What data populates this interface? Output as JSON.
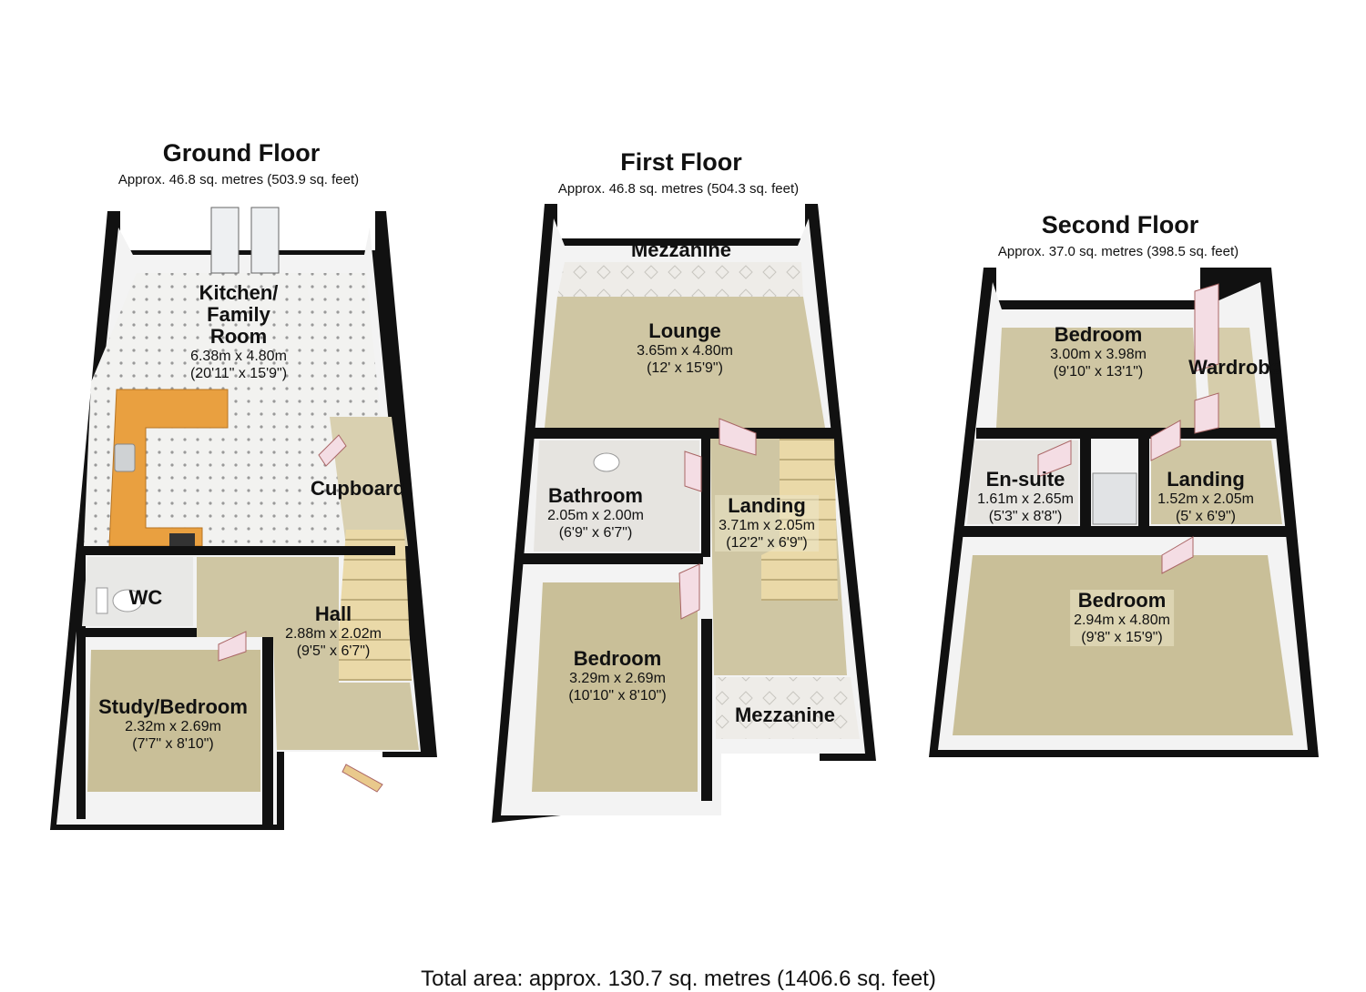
{
  "colors": {
    "wall": "#111111",
    "wall_inner": "#f1f1f1",
    "carpet": "#cfc6a3",
    "tile": "#ece9e2",
    "worktop": "#e9a040",
    "stair": "#e8d7a6",
    "door": "#f4dde4"
  },
  "floors": [
    {
      "title": "Ground Floor",
      "area": "Approx.  46.8 sq. metres (503.9 sq. feet)",
      "rooms": [
        {
          "name": "Kitchen/\nFamily\nRoom",
          "dims": "6.38m x 4.80m",
          "imperial": "(20'11\" x 15'9\")"
        },
        {
          "name": "Cupboard",
          "dims": "",
          "imperial": ""
        },
        {
          "name": "WC",
          "dims": "",
          "imperial": ""
        },
        {
          "name": "Hall",
          "dims": "2.88m x 2.02m",
          "imperial": "(9'5\" x 6'7\")"
        },
        {
          "name": "Study/Bedroom",
          "dims": "2.32m x 2.69m",
          "imperial": "(7'7\" x 8'10\")"
        }
      ]
    },
    {
      "title": "First Floor",
      "area": "Approx.  46.8 sq. metres (504.3 sq. feet)",
      "rooms": [
        {
          "name": "Mezzanine",
          "dims": "",
          "imperial": ""
        },
        {
          "name": "Lounge",
          "dims": "3.65m x 4.80m",
          "imperial": "(12' x 15'9\")"
        },
        {
          "name": "Bathroom",
          "dims": "2.05m x 2.00m",
          "imperial": "(6'9\" x 6'7\")"
        },
        {
          "name": "Landing",
          "dims": "3.71m x 2.05m",
          "imperial": "(12'2\" x 6'9\")"
        },
        {
          "name": "Bedroom",
          "dims": "3.29m x 2.69m",
          "imperial": "(10'10\" x 8'10\")"
        },
        {
          "name": "Mezzanine",
          "dims": "",
          "imperial": ""
        }
      ]
    },
    {
      "title": "Second Floor",
      "area": "Approx.  37.0 sq. metres (398.5 sq. feet)",
      "rooms": [
        {
          "name": "Bedroom",
          "dims": "3.00m x 3.98m",
          "imperial": "(9'10\" x 13'1\")"
        },
        {
          "name": "Wardrobe",
          "dims": "",
          "imperial": ""
        },
        {
          "name": "En-suite",
          "dims": "1.61m x 2.65m",
          "imperial": "(5'3\" x 8'8\")"
        },
        {
          "name": "Landing",
          "dims": "1.52m x 2.05m",
          "imperial": "(5' x 6'9\")"
        },
        {
          "name": "Bedroom",
          "dims": "2.94m x 4.80m",
          "imperial": "(9'8\" x 15'9\")"
        }
      ]
    }
  ],
  "total_area": "Total area: approx. 130.7 sq. metres (1406.6 sq. feet)"
}
